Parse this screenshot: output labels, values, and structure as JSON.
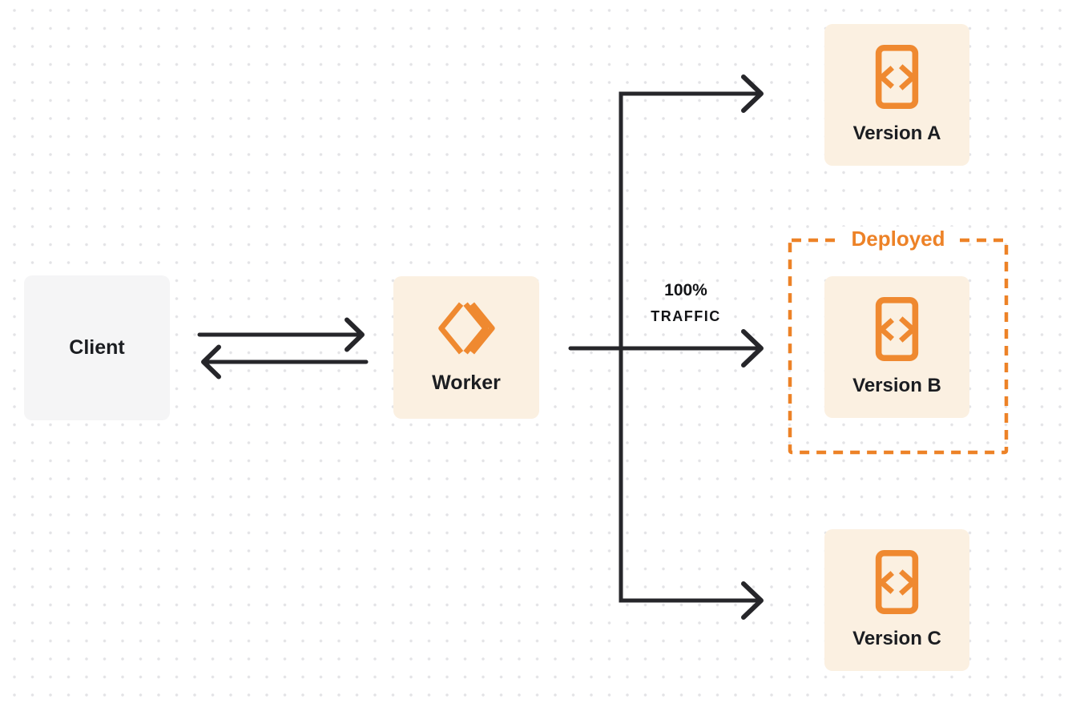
{
  "diagram": {
    "title": "worker-version-routing-diagram",
    "client": {
      "label": "Client"
    },
    "worker": {
      "label": "Worker",
      "icon": "workers-logo-icon"
    },
    "traffic_label": {
      "line1": "100%",
      "line2": "TRAFFIC"
    },
    "deployed_label": "Deployed",
    "versions": [
      {
        "label": "Version A",
        "icon": "code-file-icon",
        "deployed": false
      },
      {
        "label": "Version B",
        "icon": "code-file-icon",
        "deployed": true
      },
      {
        "label": "Version C",
        "icon": "code-file-icon",
        "deployed": false
      }
    ],
    "connections": [
      {
        "from": "client",
        "to": "worker",
        "style": "arrow-right"
      },
      {
        "from": "worker",
        "to": "client",
        "style": "arrow-left"
      },
      {
        "from": "worker",
        "to": "Version B",
        "label": "100% TRAFFIC",
        "style": "arrow"
      },
      {
        "from": "worker-branch",
        "to": "Version A",
        "style": "arrow"
      },
      {
        "from": "worker-branch",
        "to": "Version C",
        "style": "arrow"
      }
    ],
    "colors": {
      "background": "#FFFFFF",
      "dot_grid": "#E3E3E6",
      "line_dark": "#26262A",
      "text_dark": "#1B1D21",
      "accent_orange": "#ED8227",
      "icon_orange": "#EF8930",
      "node_cream": "#FBF0E1",
      "node_gray": "#F5F5F6"
    }
  }
}
